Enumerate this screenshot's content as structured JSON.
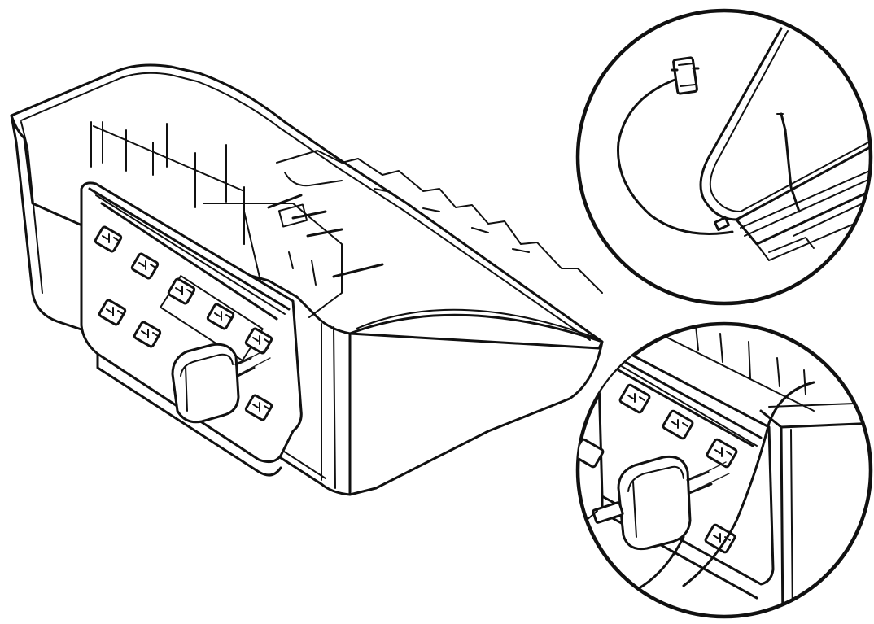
{
  "figure": {
    "background": "#ffffff",
    "line_color": "#111111",
    "main_view": "tray-with-power-strip",
    "detail_views": [
      "cable-routing-detail",
      "charger-plug-in-detail"
    ]
  }
}
